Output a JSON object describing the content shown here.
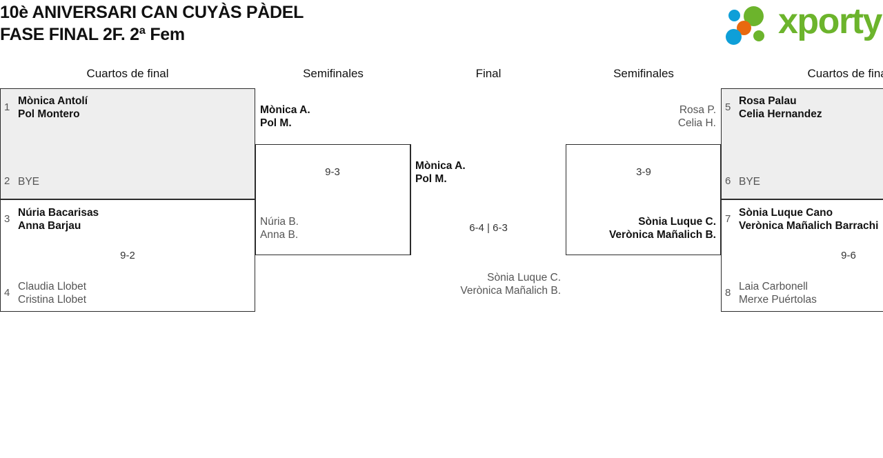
{
  "header": {
    "title_line1": "10è ANIVERSARI CAN CUYÀS PÀDEL",
    "title_line2": "FASE FINAL 2F. 2ª Fem",
    "logo_word": "xporty",
    "logo_colors": {
      "green": "#6cb42c",
      "blue": "#0e9fd8",
      "orange": "#e8690f"
    }
  },
  "columns": {
    "left_quarters": "Cuartos de final",
    "left_semis": "Semifinales",
    "final": "Final",
    "right_semis": "Semifinales",
    "right_quarters": "Cuartos de final"
  },
  "bracket": {
    "left_quarterfinals": [
      {
        "score": "",
        "top": {
          "seed": "1",
          "line1": "Mònica Antolí",
          "line2": "Pol Montero",
          "winner": true
        },
        "bottom": {
          "seed": "2",
          "bye": "BYE",
          "winner": false
        }
      },
      {
        "score": "9-2",
        "top": {
          "seed": "3",
          "line1": "Núria Bacarisas",
          "line2": "Anna Barjau",
          "winner": true
        },
        "bottom": {
          "seed": "4",
          "line1": "Claudia Llobet",
          "line2": "Cristina Llobet",
          "winner": false
        }
      }
    ],
    "left_semifinal": {
      "score": "9-3",
      "top": {
        "line1": "Mònica A.",
        "line2": "Pol M.",
        "winner": true
      },
      "bottom": {
        "line1": "Núria B.",
        "line2": "Anna B.",
        "winner": false
      }
    },
    "final": {
      "score": "6-4 | 6-3",
      "top": {
        "line1": "Mònica A.",
        "line2": "Pol M.",
        "winner": true
      },
      "bottom": {
        "line1": "Sònia Luque C.",
        "line2": "Verònica Mañalich B.",
        "winner": false
      }
    },
    "right_semifinal": {
      "score": "3-9",
      "top": {
        "line1": "Rosa P.",
        "line2": "Celia H.",
        "winner": false
      },
      "bottom": {
        "line1": "Sònia Luque C.",
        "line2": "Verònica Mañalich B.",
        "winner": true
      }
    },
    "right_quarterfinals": [
      {
        "score": "",
        "top": {
          "seed": "5",
          "line1": "Rosa Palau",
          "line2": "Celia Hernandez",
          "winner": true
        },
        "bottom": {
          "seed": "6",
          "bye": "BYE",
          "winner": false
        }
      },
      {
        "score": "9-6",
        "top": {
          "seed": "7",
          "line1": "Sònia Luque Cano",
          "line2": "Verònica Mañalich Barrachi",
          "winner": true
        },
        "bottom": {
          "seed": "8",
          "line1": "Laia Carbonell",
          "line2": "Merxe Puértolas",
          "winner": false
        }
      }
    ]
  }
}
